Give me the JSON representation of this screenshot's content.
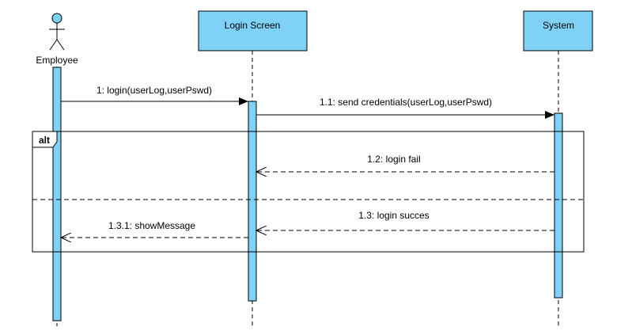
{
  "colors": {
    "participant_fill": "#7fd1f6",
    "activation_fill": "#7fd1f6",
    "actor_head_fill": "#7fd1f6",
    "line": "#000000",
    "background": "#ffffff"
  },
  "participants": [
    {
      "id": "employee",
      "kind": "actor",
      "label": "Employee"
    },
    {
      "id": "login_screen",
      "kind": "object",
      "label": "Login Screen"
    },
    {
      "id": "system",
      "kind": "object",
      "label": "System"
    }
  ],
  "fragment": {
    "operator": "alt"
  },
  "messages": [
    {
      "id": "m1",
      "label": "1: login(userLog,userPswd)",
      "from": "employee",
      "to": "login_screen",
      "type": "sync"
    },
    {
      "id": "m1_1",
      "label": "1.1: send credentials(userLog,userPswd)",
      "from": "login_screen",
      "to": "system",
      "type": "sync"
    },
    {
      "id": "m1_2",
      "label": "1.2: login fail",
      "from": "system",
      "to": "login_screen",
      "type": "reply"
    },
    {
      "id": "m1_3",
      "label": "1.3: login succes",
      "from": "system",
      "to": "login_screen",
      "type": "reply"
    },
    {
      "id": "m1_3_1",
      "label": "1.3.1: showMessage",
      "from": "login_screen",
      "to": "employee",
      "type": "reply"
    }
  ]
}
